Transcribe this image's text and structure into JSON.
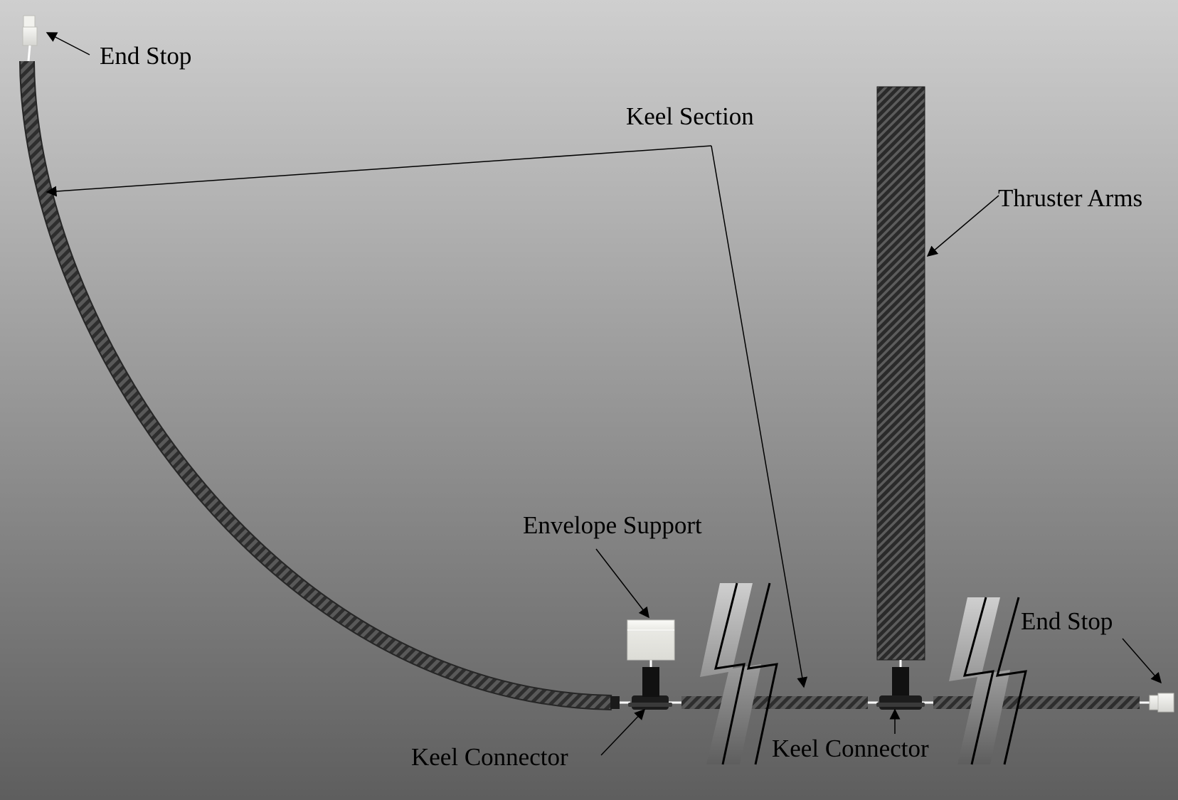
{
  "labels": {
    "end_stop_top": "End Stop",
    "keel_section": "Keel Section",
    "thruster_arms": "Thruster Arms",
    "envelope_support": "Envelope Support",
    "end_stop_right": "End Stop",
    "keel_connector_left": "Keel Connector",
    "keel_connector_right": "Keel Connector"
  },
  "colors": {
    "background_top": "#cfcfcf",
    "background_bottom": "#5e5e5e",
    "carbon_dark": "#2a2a2a",
    "carbon_light": "#5c5c5c",
    "connector": "#1c1c1c",
    "fitting": "#ececec"
  }
}
